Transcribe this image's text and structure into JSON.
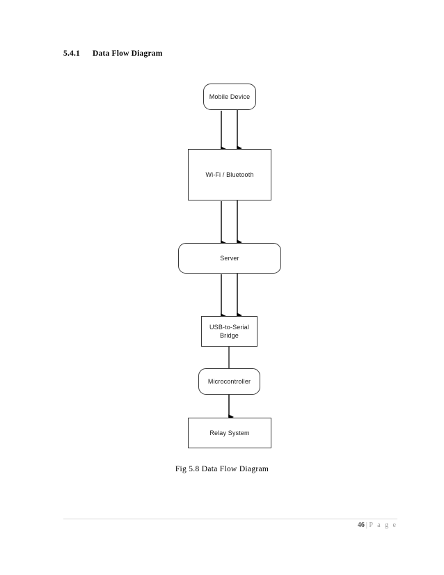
{
  "document": {
    "heading_number": "5.4.1",
    "heading_title": "Data Flow Diagram",
    "figure_caption": "Fig 5.8 Data Flow Diagram",
    "footer": {
      "page_number": "46",
      "separator": "|",
      "page_word": "P a g e"
    }
  },
  "diagram": {
    "title": "Data Flow Diagram",
    "type": "flow-diagram",
    "colors": {
      "stroke": "#3a3a3a",
      "fill": "#ffffff",
      "text": "#1a1a1a",
      "arrow": "#000000"
    },
    "nodes": [
      {
        "id": "mobile-device",
        "label": "Mobile Device",
        "shape": "rounded-rectangle"
      },
      {
        "id": "wifi-bluetooth",
        "label": "Wi-Fi / Bluetooth",
        "shape": "rectangle"
      },
      {
        "id": "server",
        "label": "Server",
        "shape": "rounded-rectangle"
      },
      {
        "id": "usb-bridge",
        "label": "USB-to-Serial\nBridge",
        "shape": "rectangle"
      },
      {
        "id": "microcontroller",
        "label": "Microcontroller",
        "shape": "rounded-rectangle"
      },
      {
        "id": "relay-system",
        "label": "Relay System",
        "shape": "rectangle"
      }
    ],
    "edges": [
      {
        "from": "wifi-bluetooth",
        "to": "mobile-device",
        "direction": "up",
        "arrowhead": true
      },
      {
        "from": "mobile-device",
        "to": "wifi-bluetooth",
        "direction": "down",
        "arrowhead": true
      },
      {
        "from": "server",
        "to": "wifi-bluetooth",
        "direction": "up",
        "arrowhead": true
      },
      {
        "from": "wifi-bluetooth",
        "to": "server",
        "direction": "down",
        "arrowhead": true
      },
      {
        "from": "usb-bridge",
        "to": "server",
        "direction": "up",
        "arrowhead": true
      },
      {
        "from": "server",
        "to": "usb-bridge",
        "direction": "down",
        "arrowhead": true
      },
      {
        "from": "usb-bridge",
        "to": "microcontroller",
        "direction": "down",
        "arrowhead": false
      },
      {
        "from": "microcontroller",
        "to": "relay-system",
        "direction": "down",
        "arrowhead": true
      }
    ]
  }
}
